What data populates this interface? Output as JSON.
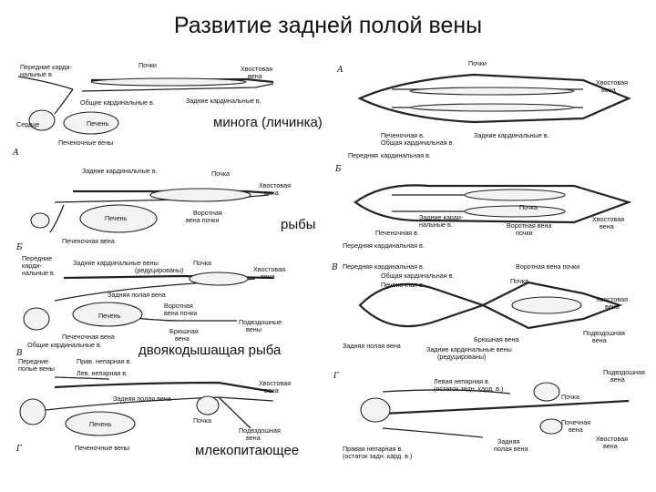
{
  "title": "Развитие задней полой вены",
  "captions": {
    "lamprey": "минога (личинка)",
    "fish": "рыбы",
    "lungfish": "двоякодышащая рыба",
    "mammal": "млекопитающее"
  },
  "panel_letters": {
    "a": "А",
    "b": "Б",
    "v": "В",
    "g": "Г"
  },
  "left": {
    "a": {
      "anterior_cardinal": "Передние карди-",
      "anterior_cardinal_2": "нальные в.",
      "kidneys": "Почки",
      "caudal_vein": "Хвостовая",
      "caudal_vein_2": "вена",
      "common_cardinal": "Общие кардинальные в.",
      "posterior_cardinal": "Задние кардинальные в.",
      "heart": "Сердце",
      "liver": "Печень",
      "hepatic_veins": "Печеночные вены"
    },
    "b": {
      "posterior_cardinal": "Задние кардинальные в.",
      "kidney": "Почка",
      "caudal_vein": "Хвостовая",
      "caudal_vein_2": "вена",
      "liver": "Печень",
      "portal_vein": "Воротная",
      "portal_vein_2": "вена почки",
      "hepatic_vein": "Печеночная вена"
    },
    "v": {
      "anterior_cardinal": "Передние",
      "anterior_cardinal_2": "карди-",
      "anterior_cardinal_3": "нальные в.",
      "posterior_cardinal": "Задние кардинальные вены",
      "reduced": "(редуцированы)",
      "kidney": "Почка",
      "caudal_vein": "Хвостовая",
      "caudal_vein_2": "вена",
      "posterior_vena_cava": "Задняя полая вена",
      "liver": "Печень",
      "portal_vein": "Воротная",
      "portal_vein_2": "вена почки",
      "hepatic_vein": "Печеночная вена",
      "abdominal_vein": "Брюшная",
      "abdominal_vein_2": "вена",
      "subintestinal": "Подвздошные",
      "subintestinal_2": "вены",
      "common_cardinal": "Общие кардинальные в."
    },
    "g": {
      "anterior_cava": "Передние",
      "anterior_cava_2": "полые вены",
      "right_azygos": "Прав. непарная в.",
      "left_azygos": "Лев. непарная в.",
      "caudal_vein": "Хвостовая",
      "caudal_vein_2": "вена",
      "posterior_vena_cava": "Задняя полая вена",
      "liver": "Печень",
      "kidney": "Почка",
      "iliac_vein": "Подвздошная",
      "iliac_vein_2": "вена",
      "hepatic_veins": "Печеночные вены"
    }
  },
  "right": {
    "a": {
      "kidneys": "Почки",
      "caudal_vein": "Хвостовая",
      "caudal_vein_2": "вена",
      "hepatic_vein": "Печеночная в.",
      "common_cardinal": "Общая кардинальная в.",
      "posterior_cardinal": "Задние кардинальные в.",
      "anterior_cardinal": "Передняя",
      "anterior_cardinal_2": "кардинальная в."
    },
    "b": {
      "posterior_cardinal": "Задние карди-",
      "posterior_cardinal_2": "нальные в.",
      "kidney": "Почка",
      "portal_vein": "Воротная вена",
      "portal_vein_2": "почки",
      "caudal_vein": "Хвостовая",
      "caudal_vein_2": "вена",
      "hepatic_vein": "Печеночная в.",
      "anterior_cardinal": "Передняя кардинальная в."
    },
    "v": {
      "anterior_cardinal": "Передняя кардинальная в.",
      "common_cardinal": "Общая кардинальная в.",
      "hepatic_vein": "Печеночная в.",
      "portal_vein": "Воротная вена почки",
      "kidney": "Почка",
      "caudal_vein": "Хвостовая",
      "caudal_vein_2": "вена",
      "iliac_vein": "Подвздошная",
      "iliac_vein_2": "вена",
      "posterior_vena_cava": "Задняя полая вена",
      "abdominal_vein": "Брюшная вена",
      "posterior_cardinal": "Задние кардинальные вены",
      "reduced": "(редуцированы)"
    },
    "g": {
      "left_azygos": "Левая непарная в.",
      "left_azygos_2": "(остаток задн. кард. в.)",
      "iliac_vein": "Подвздошная",
      "iliac_vein_2": "вена",
      "kidney": "Почка",
      "renal_vein": "Почечная",
      "renal_vein_2": "вена",
      "posterior_vena_cava": "Задняя",
      "posterior_vena_cava_2": "полая вена",
      "caudal_vein": "Хвостовая",
      "caudal_vein_2": "вена",
      "right_azygos": "Правая непарная в.",
      "right_azygos_2": "(остаток задн. кард. в.)"
    }
  }
}
